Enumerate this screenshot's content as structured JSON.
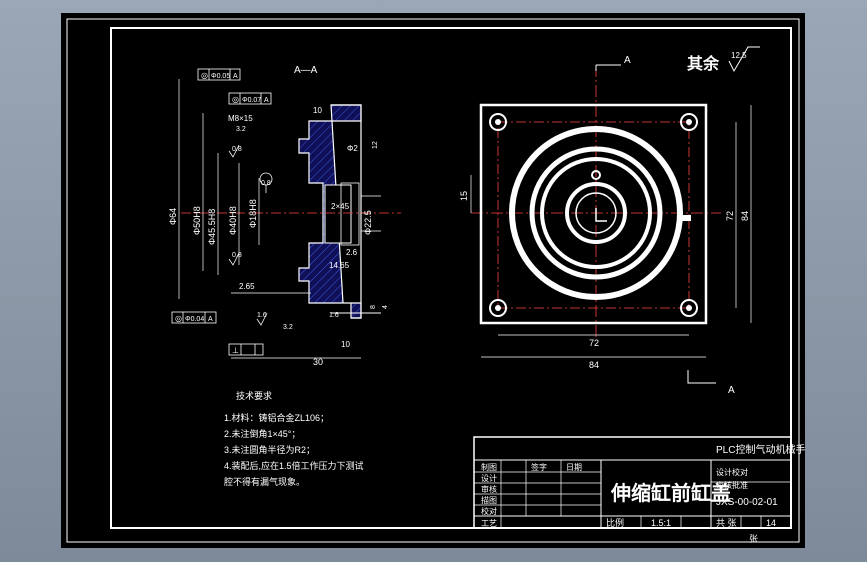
{
  "section_label": "A—A",
  "view_arrow_top": "A",
  "view_arrow_bottom": "A",
  "roughness": {
    "label": "其余",
    "value": "12.5"
  },
  "tolerance_frames": [
    {
      "symbol": "◎",
      "value": "Φ0.05",
      "datum": "A"
    },
    {
      "symbol": "◎",
      "value": "Φ0.07",
      "datum": "A"
    },
    {
      "symbol": "◎",
      "value": "Φ0.04",
      "datum": "A"
    }
  ],
  "section_dims": {
    "thread": "M8×15",
    "d64": "Φ64",
    "d50": "Φ50H8",
    "d45": "Φ45.5H8",
    "d40": "Φ40H8",
    "d18": "Φ18H8",
    "d22": "Φ22.5",
    "d2": "Φ2",
    "w10": "10",
    "w30": "30",
    "w10b": "10",
    "w265": "2.65",
    "w26": "2.6",
    "w1465": "14.65",
    "c2x45": "2×45",
    "r08": "0.8",
    "r08b": "0.8",
    "r08c": "0.8",
    "r32": "3.2",
    "r16": "1.6",
    "r32b": "3.2",
    "r16b": "1.6",
    "a12": "12",
    "a8": "8",
    "a4": "4"
  },
  "plan_dims": {
    "w72": "72",
    "w84": "84",
    "h72": "72",
    "h84": "84",
    "h15": "15"
  },
  "tech_req": {
    "title": "技术要求",
    "items": [
      "1.材料：铸铝合金ZL106；",
      "2.未注倒角1×45°；",
      "3.未注圆角半径为R2；",
      "4.装配后,应在1.5倍工作压力下测试",
      "  腔不得有漏气现象。"
    ]
  },
  "title_block": {
    "project": "PLC控制气动机械手",
    "part_name": "伸缩缸前缸盖",
    "drawing_no": "JXS-00-02-01",
    "scale_label": "比例",
    "scale": "1.5:1",
    "sheet_label": "共 张",
    "sheet": "14",
    "sheet_tail": "张",
    "rows": [
      "制图",
      "设计",
      "审核",
      "描图",
      "校对",
      "工艺"
    ],
    "cols": [
      "签字",
      "日期"
    ],
    "right_rows": [
      "设计校对",
      "审核批准"
    ]
  }
}
